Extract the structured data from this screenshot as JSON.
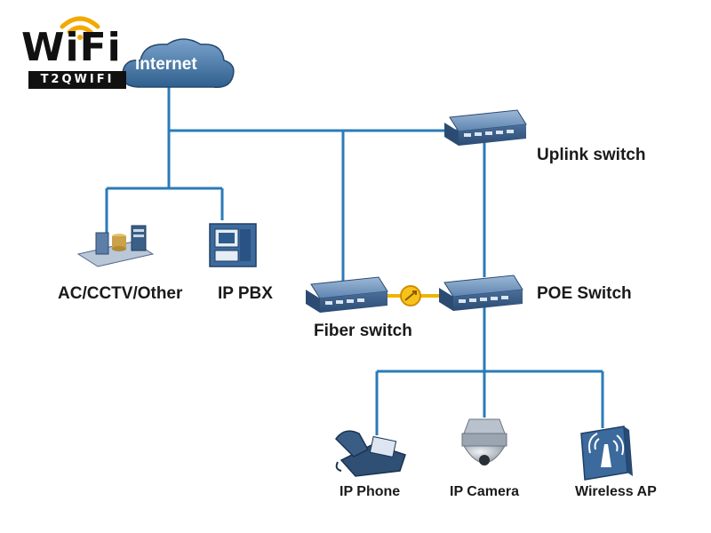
{
  "logo": {
    "name": "WiFi",
    "tagline": "T2QWIFI"
  },
  "cloud": {
    "label": "Internet"
  },
  "nodes": {
    "uplink": {
      "label": "Uplink switch"
    },
    "poe": {
      "label": "POE Switch"
    },
    "fiber": {
      "label": "Fiber switch"
    },
    "ac": {
      "label": "AC/CCTV/Other"
    },
    "pbx": {
      "label": "IP PBX"
    },
    "phone": {
      "label": "IP Phone"
    },
    "camera": {
      "label": "IP Camera"
    },
    "ap": {
      "label": "Wireless AP"
    }
  },
  "colors": {
    "link": "#2a7bb8",
    "fiber_link": "#f0b400",
    "device": "#3c6a9c",
    "cloud": "#3d6f9e"
  },
  "icons": {
    "cloud": "cloud-icon",
    "switch": "switch-icon",
    "server": "server-icon",
    "pbx": "pbx-icon",
    "phone": "phone-icon",
    "camera": "dome-camera-icon",
    "ap": "wireless-ap-icon",
    "fiber": "fiber-connector-icon"
  }
}
